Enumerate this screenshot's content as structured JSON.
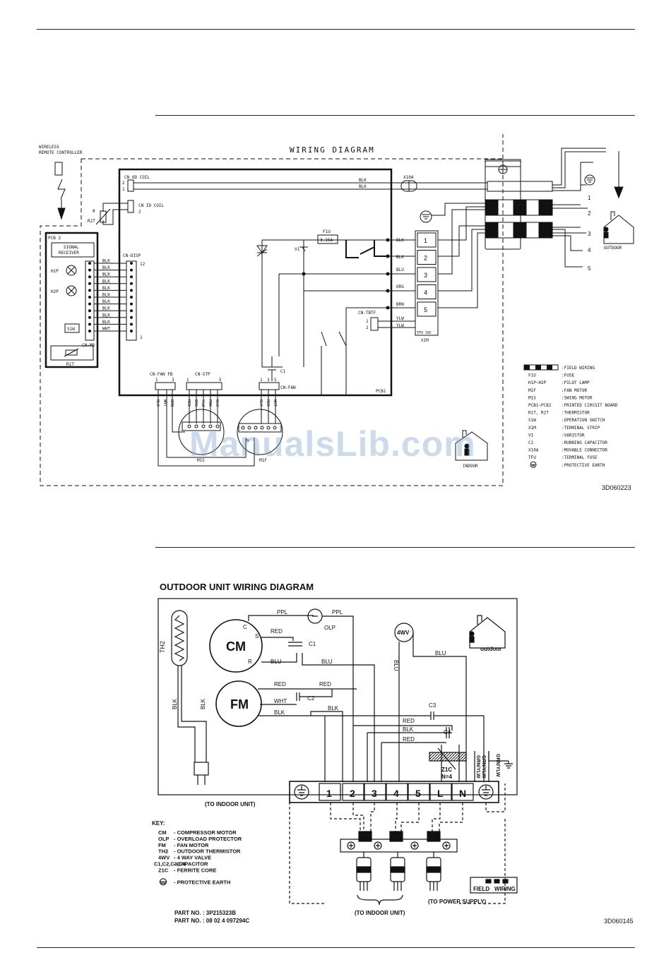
{
  "indoor": {
    "title": "WIRING DIAGRAM",
    "remote_line1": "WIRELESS",
    "remote_line2": "REMOTE CONTROLLER",
    "pcb2": "PCB 2",
    "signal1": "SIGNAL",
    "signal2": "RECEIVER",
    "h1p": "H1P",
    "h2p": "H2P",
    "s1w": "S1W",
    "r1t": "R1T",
    "cn_mb": "CN-MB",
    "cn_disp": "CN-DISP",
    "disp_pin_top": "12",
    "disp_pin_bot": "1",
    "cn_od_coil": "CN OD COIL",
    "cn_id_coil": "CN ID COIL",
    "r2t": "R2T",
    "cn_fan_fb": "CN-FAN FB",
    "cn_stp": "CN-STP",
    "cn_fan": "CN-FAN",
    "cn_tbtf": "CN-TBTF",
    "pcb1": "PCB1",
    "f1u": "F1U",
    "fuse": "3.15A",
    "v1": "V1",
    "c1": "C1",
    "x10a": "X10A",
    "x1m": "X1M",
    "tfu": "TFU 10C",
    "m1s": "M1S",
    "m1f": "M1F",
    "indoor_label": "INDOOR",
    "outdoor_label": "OUTDOOR",
    "part_code": "3D060223",
    "disp_wires": [
      "BLK",
      "BLK",
      "BLK",
      "BLK",
      "BLK",
      "BLK",
      "BLK",
      "BLK",
      "BLK",
      "BLK",
      "WHT"
    ],
    "right_wires": [
      "BLK",
      "BLK",
      "BLU",
      "ORG",
      "BRN"
    ],
    "od_wires": [
      "BLK",
      "BLK"
    ],
    "tbtf_wires": [
      "YLW",
      "YLW"
    ],
    "terminals": [
      "1",
      "2",
      "3",
      "4",
      "5"
    ],
    "out_terms": [
      "1",
      "2",
      "3",
      "4",
      "5"
    ],
    "fan_fb_wires": [
      "BLK",
      "WHT",
      "BRN"
    ],
    "stp_wires": [
      "RED",
      "ORG",
      "YLW",
      "PNK",
      "BLU"
    ],
    "fan_wires": [
      "BLK",
      "RED",
      "WHT"
    ],
    "legend": [
      {
        "code": "",
        "desc": ":FIELD WIRING"
      },
      {
        "code": "F1U",
        "desc": ":FUSE"
      },
      {
        "code": "H1P~H2P",
        "desc": ":PILOT LAMP"
      },
      {
        "code": "M1F",
        "desc": ":FAN MOTOR"
      },
      {
        "code": "M1S",
        "desc": ":SWING MOTOR"
      },
      {
        "code": "PCB1~PCB2",
        "desc": ":PRINTED CIRCUIT BOARD"
      },
      {
        "code": "R1T, R2T",
        "desc": ":THERMISTOR"
      },
      {
        "code": "S1W",
        "desc": ":OPERATION SWITCH"
      },
      {
        "code": "X1M",
        "desc": ":TERMINAL STRIP"
      },
      {
        "code": "V1",
        "desc": ":VARISTOR"
      },
      {
        "code": "C1",
        "desc": ":RUNNING CAPACITOR"
      },
      {
        "code": "X10A",
        "desc": ":MOVABLE CONNECTOR"
      },
      {
        "code": "TFU",
        "desc": ":TERMINAL FUSE"
      },
      {
        "code": "",
        "desc": ":PROTECTIVE EARTH"
      }
    ]
  },
  "outdoor": {
    "title": "OUTDOOR UNIT WIRING DIAGRAM",
    "ppl": "PPL",
    "ppl2": "PPL",
    "olp": "OLP",
    "cm": "CM",
    "fm": "FM",
    "th2": "TH2",
    "fourwv": "4WV",
    "c": "C",
    "s": "S",
    "r": "R",
    "red": "RED",
    "blu": "BLU",
    "blu2": "BLU",
    "blu_vert": "BLU",
    "blu_4wv": "BLU",
    "c1": "C1",
    "c2": "C2",
    "c3": "C3",
    "c4": "C4",
    "fm_red": "RED",
    "fm_red2": "RED",
    "fm_wht": "WHT",
    "fm_blk": "BLK",
    "blk_th1": "BLK",
    "blk_th2": "BLK",
    "blk_mid": "BLK",
    "red_mid": "RED",
    "blk_mid2": "BLK",
    "red_mid2": "RED",
    "grn1": "GRN/YLW",
    "grn2": "GRN/YLW",
    "grn3": "GRN/YLW",
    "z1c": "Z1C",
    "n4": "N=4",
    "outdoor_label": "outdoor",
    "to_indoor_top": "(TO INDOOR UNIT)",
    "to_indoor_bottom": "(TO INDOOR UNIT)",
    "to_power": "(TO POWER SUPPLY)",
    "terminals": [
      "1",
      "2",
      "3",
      "4",
      "5",
      "L",
      "N"
    ],
    "key_title": "KEY:",
    "key": [
      {
        "code": "CM",
        "desc": "- COMPRESSOR MOTOR"
      },
      {
        "code": "OLP",
        "desc": "- OVERLOAD PROTECTOR"
      },
      {
        "code": "FM",
        "desc": "- FAN MOTOR"
      },
      {
        "code": "TH2",
        "desc": "- OUTDOOR THERMISTOR"
      },
      {
        "code": "4WV",
        "desc": "- 4 WAY VALVE"
      },
      {
        "code": "C1,C2,C3,C4",
        "desc": "- CAPACITOR"
      },
      {
        "code": "Z1C",
        "desc": "- FERRITE CORE"
      },
      {
        "code": "",
        "desc": "- PROTECTIVE EARTH"
      }
    ],
    "field1": "FIELD",
    "field2": "WIRING",
    "part_no1": "PART NO. : 3P215323B",
    "part_no2": "PART NO. : 08 02 4 097294C",
    "part_code": "3D060145"
  },
  "watermark": "ManualsLib.com"
}
